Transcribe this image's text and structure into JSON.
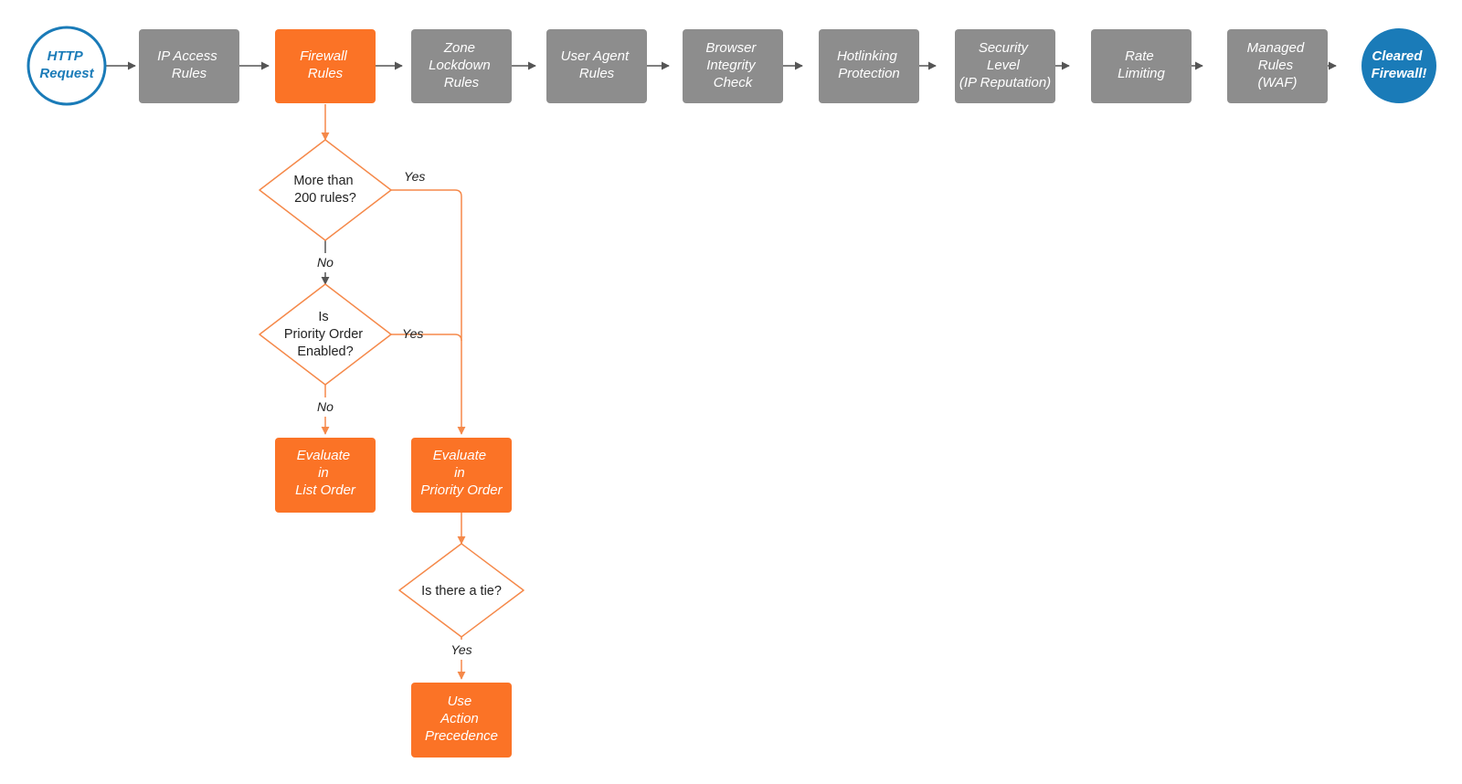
{
  "colors": {
    "gray": "#8d8d8d",
    "orange": "#fb7326",
    "orange_line": "#f5894a",
    "blue": "#1a7bb8",
    "gray_line": "#555555",
    "white": "#ffffff"
  },
  "nodes": {
    "start": {
      "lines": [
        "HTTP",
        "Request"
      ]
    },
    "ip_access": {
      "lines": [
        "IP Access",
        "Rules"
      ]
    },
    "firewall": {
      "lines": [
        "Firewall",
        "Rules"
      ]
    },
    "zone": {
      "lines": [
        "Zone",
        "Lockdown",
        "Rules"
      ]
    },
    "user_agent": {
      "lines": [
        "User Agent",
        "Rules"
      ]
    },
    "browser": {
      "lines": [
        "Browser",
        "Integrity",
        "Check"
      ]
    },
    "hotlinking": {
      "lines": [
        "Hotlinking",
        "Protection"
      ]
    },
    "security": {
      "lines": [
        "Security",
        "Level",
        "(IP Reputation)"
      ]
    },
    "rate": {
      "lines": [
        "Rate",
        "Limiting"
      ]
    },
    "managed": {
      "lines": [
        "Managed",
        "Rules",
        "(WAF)"
      ]
    },
    "end": {
      "lines": [
        "Cleared",
        "Firewall!"
      ]
    },
    "decision_200": {
      "lines": [
        "More than",
        "200 rules?"
      ]
    },
    "decision_priority": {
      "lines": [
        "Is",
        "Priority Order",
        "Enabled?"
      ]
    },
    "eval_list": {
      "lines": [
        "Evaluate",
        "in",
        "List Order"
      ]
    },
    "eval_priority": {
      "lines": [
        "Evaluate",
        "in",
        "Priority Order"
      ]
    },
    "decision_tie": {
      "lines": [
        "Is there a tie?"
      ]
    },
    "action": {
      "lines": [
        "Use",
        "Action",
        "Precedence"
      ]
    }
  },
  "edge_labels": {
    "yes_200": "Yes",
    "no_200": "No",
    "yes_priority": "Yes",
    "no_priority": "No",
    "yes_tie": "Yes"
  },
  "icons": [
    "arrow-right-icon",
    "arrow-down-icon"
  ]
}
